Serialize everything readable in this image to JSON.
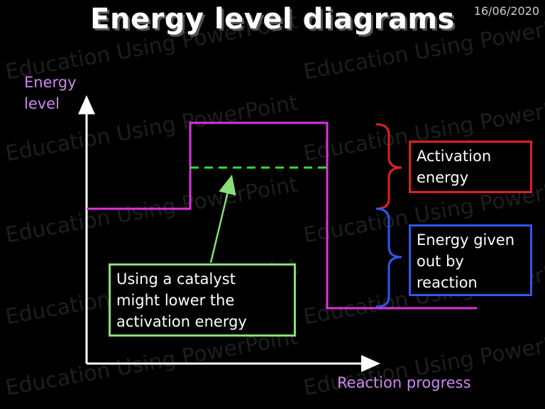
{
  "slide": {
    "title": "Energy level diagrams",
    "date": "16/06/2020",
    "watermark": "Education Using PowerPoint"
  },
  "axes": {
    "y_label": [
      "Energy",
      "level"
    ],
    "x_label": "Reaction progress"
  },
  "annotations": {
    "activation_energy": [
      "Activation",
      "energy"
    ],
    "energy_given_out": [
      "Energy given",
      "out by",
      "reaction"
    ],
    "catalyst_note": [
      "Using a catalyst",
      "might lower the",
      "activation energy"
    ]
  },
  "colors": {
    "background": "#000000",
    "axes": "#ffffff",
    "profile": "#dd33dd",
    "catalyst_path": "#33dd33",
    "activation_brace": "#dd2222",
    "given_out_brace": "#3355ee",
    "catalyst_box": "#88dd77",
    "axis_labels": "#cc88ee"
  }
}
